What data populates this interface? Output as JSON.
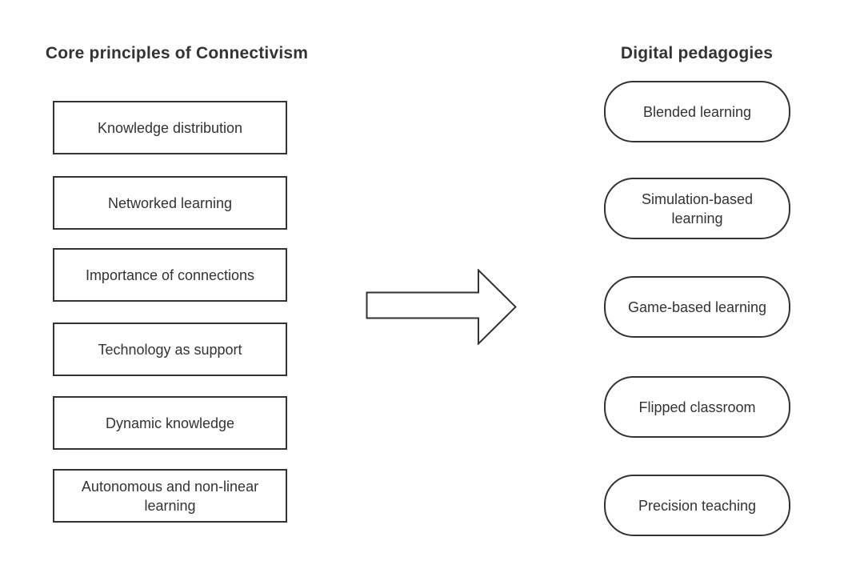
{
  "left": {
    "title": "Core principles of Connectivism",
    "items": [
      "Knowledge distribution",
      "Networked learning",
      "Importance of connections",
      "Technology as support",
      "Dynamic knowledge",
      "Autonomous and non-linear learning"
    ]
  },
  "right": {
    "title": "Digital pedagogies",
    "items": [
      "Blended learning",
      "Simulation-based learning",
      "Game-based learning",
      "Flipped classroom",
      "Precision teaching"
    ]
  },
  "arrow": {
    "name": "right-block-arrow"
  },
  "colors": {
    "stroke": "#333333",
    "text": "#333333",
    "background": "#ffffff"
  }
}
